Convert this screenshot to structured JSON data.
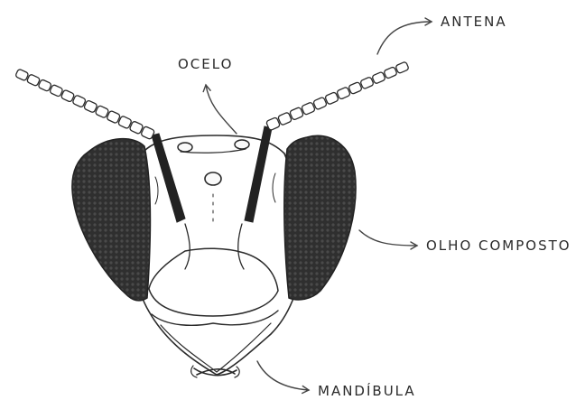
{
  "labels": {
    "antena": "ANTENA",
    "ocelo": "OCELO",
    "olho_composto": "OLHO COMPOSTO",
    "mandibula": "MANDÍBULA"
  },
  "colors": {
    "ink": "#2a2a2a",
    "eye_fill": "#3a3a3a",
    "background": "#ffffff"
  }
}
